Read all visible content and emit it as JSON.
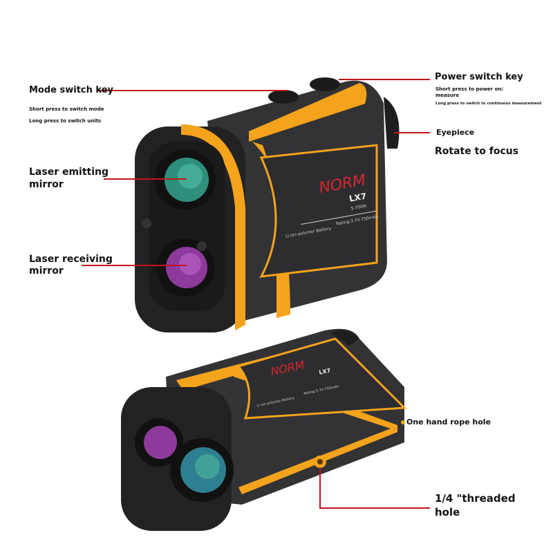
{
  "product": {
    "brand": "NORM",
    "model": "LX7",
    "range": "5-700M",
    "battery": "Li Ion polymer Battery",
    "rating": "Rating:3.7V-750mAh"
  },
  "callouts": {
    "mode_key": {
      "title": "Mode switch key",
      "line1": "Short press to switch mode",
      "line2": "Long press to switch units"
    },
    "power_key": {
      "title": "Power switch key",
      "line1": "Short press to power on/",
      "line1b": "measure",
      "line2": "Long press to switch to continuous measurement"
    },
    "eyepiece": {
      "title": "Eyepiece",
      "subtitle": "Rotate to focus"
    },
    "laser_emit": {
      "line1": "Laser emitting",
      "line2": "mirror"
    },
    "laser_recv": {
      "line1": "Laser receiving",
      "line2": "mirror"
    },
    "rope_hole": {
      "title": "One hand rope hole"
    },
    "threaded_hole": {
      "line1": "1/4 \"threaded",
      "line2": "hole"
    }
  },
  "colors": {
    "accent": "#f4a31c",
    "body": "#2b2b2d",
    "callout_line": "#c0141c",
    "brand_red": "#d8262e"
  }
}
